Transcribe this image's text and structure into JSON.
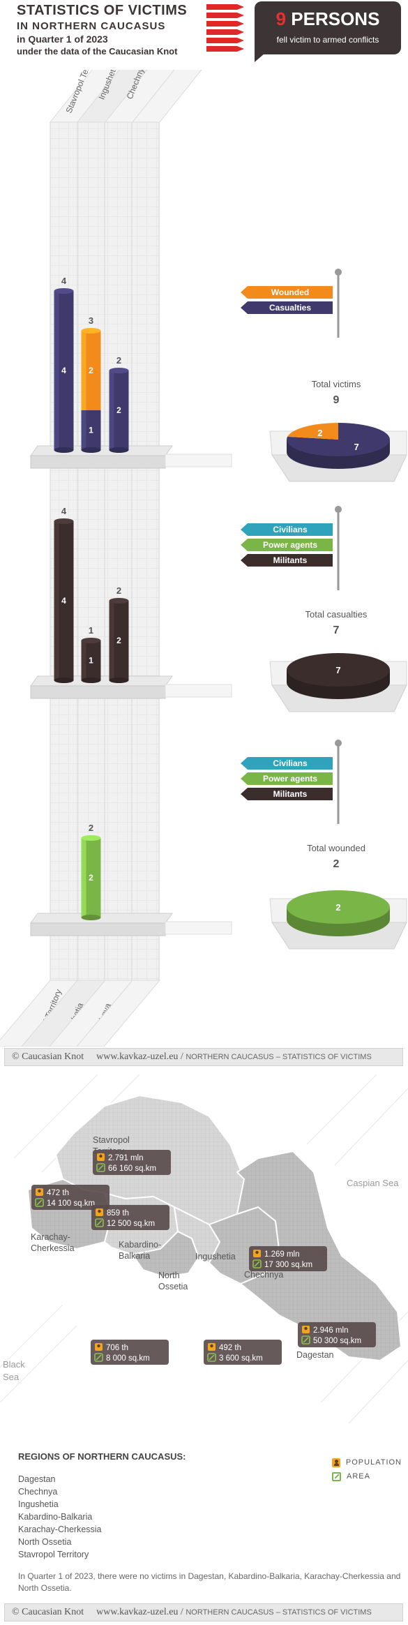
{
  "header": {
    "title_line1": "STATISTICS OF VICTIMS",
    "title_line2": "IN NORTHERN CAUCASUS",
    "title_line3": "in Quarter 1 of 2023",
    "title_line4": "under the data of the Caucasian Knot",
    "badge_number": "9",
    "badge_word": "PERSONS",
    "badge_sub": "fell victim to armed conflicts"
  },
  "columns": [
    "Stavropol Territory",
    "Ingushetia",
    "Chechnya"
  ],
  "colors": {
    "wounded": "#f28a1c",
    "casualties": "#3f3a6b",
    "civilians": "#2fa3bb",
    "power_agents": "#7ab548",
    "militants": "#3c2d2d",
    "badge_bg": "#3d3535",
    "badge_number": "#e53030",
    "title": "#3d3535"
  },
  "chart_data": [
    {
      "type": "bar",
      "stacked": true,
      "categories": [
        "Stavropol Territory",
        "Ingushetia",
        "Chechnya"
      ],
      "series": [
        {
          "name": "Casualties",
          "values": [
            4,
            1,
            2
          ]
        },
        {
          "name": "Wounded",
          "values": [
            0,
            2,
            0
          ]
        }
      ],
      "totals": [
        4,
        3,
        2
      ],
      "legend": [
        "Wounded",
        "Casualties"
      ],
      "summary_title": "Total victims",
      "summary_total": "9",
      "pie": [
        {
          "name": "Casualties",
          "value": 7
        },
        {
          "name": "Wounded",
          "value": 2
        }
      ],
      "ylim": [
        0,
        4
      ]
    },
    {
      "type": "bar",
      "stacked": true,
      "categories": [
        "Stavropol Territory",
        "Ingushetia",
        "Chechnya"
      ],
      "series": [
        {
          "name": "Militants",
          "values": [
            4,
            1,
            2
          ]
        }
      ],
      "totals": [
        4,
        1,
        2
      ],
      "legend": [
        "Civilians",
        "Power agents",
        "Militants"
      ],
      "summary_title": "Total casualties",
      "summary_total": "7",
      "pie": [
        {
          "name": "Militants",
          "value": 7
        }
      ],
      "ylim": [
        0,
        4
      ]
    },
    {
      "type": "bar",
      "stacked": true,
      "categories": [
        "Stavropol Territory",
        "Ingushetia",
        "Chechnya"
      ],
      "series": [
        {
          "name": "Power agents",
          "values": [
            0,
            2,
            0
          ]
        }
      ],
      "totals": [
        0,
        2,
        0
      ],
      "legend": [
        "Civilians",
        "Power agents",
        "Militants"
      ],
      "summary_title": "Total wounded",
      "summary_total": "2",
      "pie": [
        {
          "name": "Power agents",
          "value": 2
        }
      ],
      "ylim": [
        0,
        4
      ]
    }
  ],
  "footer": {
    "brand": "© Caucasian Knot",
    "site": "www.kavkaz-uzel.eu /",
    "sub": "NORTHERN CAUCASUS – STATISTICS OF VICTIMS"
  },
  "map": {
    "sea_caspian": "Caspian Sea",
    "sea_black_1": "Black",
    "sea_black_2": "Sea",
    "regions": [
      {
        "name": "Stavropol",
        "name2": "Territory",
        "population": "2.791 mln",
        "area": "66 160 sq.km"
      },
      {
        "name": "Karachay-",
        "name2": "Cherkessia",
        "population": "472 th",
        "area": "14 100 sq.km"
      },
      {
        "name": "Kabardino-",
        "name2": "Balkaria",
        "population": "859 th",
        "area": "12 500 sq.km"
      },
      {
        "name": "North",
        "name2": "Ossetia",
        "population": "706 th",
        "area": "8 000 sq.km"
      },
      {
        "name": "Ingushetia",
        "name2": "",
        "population": "492 th",
        "area": "3 600 sq.km"
      },
      {
        "name": "Chechnya",
        "name2": "",
        "population": "1.269 mln",
        "area": "17 300 sq.km"
      },
      {
        "name": "Dagestan",
        "name2": "",
        "population": "2.946 mln",
        "area": "50 300 sq.km"
      }
    ],
    "legend_population": "POPULATION",
    "legend_area": "AREA"
  },
  "regions_section": {
    "title": "REGIONS OF NORTHERN CAUCASUS:",
    "items": [
      "Dagestan",
      "Chechnya",
      "Ingushetia",
      "Kabardino-Balkaria",
      "Karachay-Cherkessia",
      "North Ossetia",
      "Stavropol Territory"
    ],
    "note": "In Quarter 1 of 2023, there were no victims in Dagestan, Kabardino-Balkaria, Karachay-Cherkessia and North Ossetia."
  }
}
